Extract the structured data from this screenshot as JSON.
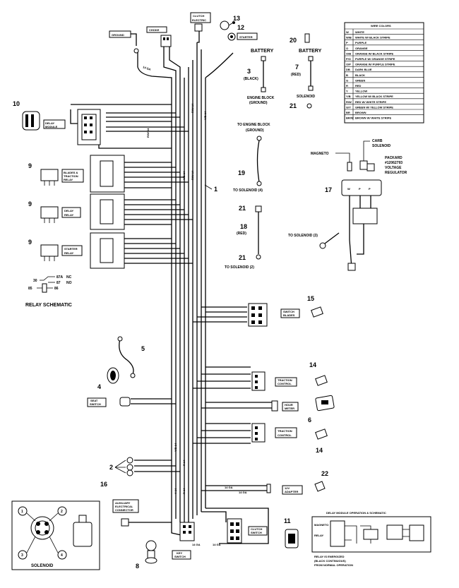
{
  "wire_colors": {
    "title": "WIRE COLORS",
    "rows": [
      {
        "code": "W",
        "name": "WHITE"
      },
      {
        "code": "W/B",
        "name": "WHITE W/ BLACK STRIPE"
      },
      {
        "code": "P",
        "name": "PURPLE"
      },
      {
        "code": "O",
        "name": "ORANGE"
      },
      {
        "code": "O/B",
        "name": "ORANGE W/ BLACK STRIPE"
      },
      {
        "code": "P/O",
        "name": "PURPLE W/ ORANGE STRIPE"
      },
      {
        "code": "O/P",
        "name": "ORANGE W/ PURPLE STRIPE"
      },
      {
        "code": "DB",
        "name": "DARK BLUE"
      },
      {
        "code": "B",
        "name": "BLACK"
      },
      {
        "code": "G",
        "name": "GREEN"
      },
      {
        "code": "R",
        "name": "RED"
      },
      {
        "code": "Y",
        "name": "YELLOW"
      },
      {
        "code": "Y/B",
        "name": "YELLOW W/ BLACK STRIPE"
      },
      {
        "code": "R/W",
        "name": "RED W/ WHITE STRIPE"
      },
      {
        "code": "G/Y",
        "name": "GREEN W/ YELLOW STRIPE"
      },
      {
        "code": "BR",
        "name": "BROWN"
      },
      {
        "code": "BR/W",
        "name": "BROWN W/ WHITE STRIPE"
      }
    ]
  },
  "labels": {
    "ground": "GROUND",
    "choke": "CHOKE",
    "clutch_electric": "CLUTCH ELECTRIC",
    "starter": "STARTER",
    "delay_module": "DELAY MODULE",
    "blades_traction_relay": "BLADES & TRACTION RELAY",
    "delay_relay": "DELAY RELAY",
    "starter_relay": "STARTER RELAY",
    "seat_switch": "SEAT SWITCH",
    "switch_blades": "SWITCH BLADES",
    "traction_control_1": "TRACTION CONTROL",
    "traction_control_2": "TRACTION CONTROL",
    "hour_meter": "HOUR METER",
    "adapter_12v": "12V ADAPTER",
    "aux_connector": "AUXILIARY ELECTRICAL CONNECTOR",
    "clutch_switch": "CLUTCH SWITCH",
    "key_switch": "KEY SWITCH",
    "relay_schematic": "RELAY SCHEMATIC",
    "solenoid_title": "SOLENOID"
  },
  "battery_block": {
    "battery_1": "BATTERY",
    "black": "(BLACK)",
    "engine_block": "ENGINE BLOCK",
    "engine_ground": "(GROUND)",
    "battery_2": "BATTERY",
    "red": "(RED)",
    "solenoid": "SOLENOID",
    "to_engine_block": "TO ENGINE BLOCK",
    "to_engine_ground": "(GROUND)",
    "to_solenoid_4": "TO SOLENOID (4)",
    "red_2": "(RED)",
    "to_solenoid_2": "TO SOLENOID (2)"
  },
  "regulator_block": {
    "magneto": "MAGNETO",
    "carb_solenoid_1": "CARB",
    "carb_solenoid_2": "SOLENOID",
    "packard_1": "PACKARD",
    "packard_2": "#12062793",
    "packard_3": "VOLTAGE",
    "packard_4": "REGULATOR",
    "to_solenoid_3": "TO SOLENOID (3)"
  },
  "relay_schematic": {
    "p30": "30",
    "p87a": "87A",
    "nc": "NC",
    "p87": "87",
    "no": "NO",
    "p85": "85",
    "p86": "86"
  },
  "delay_module_schematic": {
    "title": "DELAY MODULE OPERATION & SCHEMATIC"
  },
  "gauge_labels": {
    "ga14_a": "14 GA",
    "ga14_b": "14 GA",
    "ga14_c": "14 GA",
    "ga14_d": "14 GA"
  },
  "wire_codes": {
    "r14_a": "R/W 14",
    "y14_a": "Y/B 14",
    "r14_b": "R/W 14",
    "y14_b": "Y/B 14",
    "r14_c": "R 14",
    "y14_c": "Y/B 14",
    "r14_d": "R 14",
    "y14_d": "Y 14",
    "r16_b": "R/W 14"
  },
  "callouts": {
    "n1": "1",
    "n2": "2",
    "n3": "3",
    "n4": "4",
    "n5": "5",
    "n6": "6",
    "n7": "7",
    "n8": "8",
    "n9a": "9",
    "n9b": "9",
    "n9c": "9",
    "n10": "10",
    "n11": "11",
    "n12": "12",
    "n13": "13",
    "n14a": "14",
    "n14b": "14",
    "n15": "15",
    "n16": "16",
    "n17": "17",
    "n18": "18",
    "n19": "19",
    "n20": "20",
    "n21a": "21",
    "n21b": "21",
    "n21c": "21",
    "n22": "22",
    "s1": "1",
    "s2": "2",
    "s3": "3",
    "s4": "4"
  }
}
